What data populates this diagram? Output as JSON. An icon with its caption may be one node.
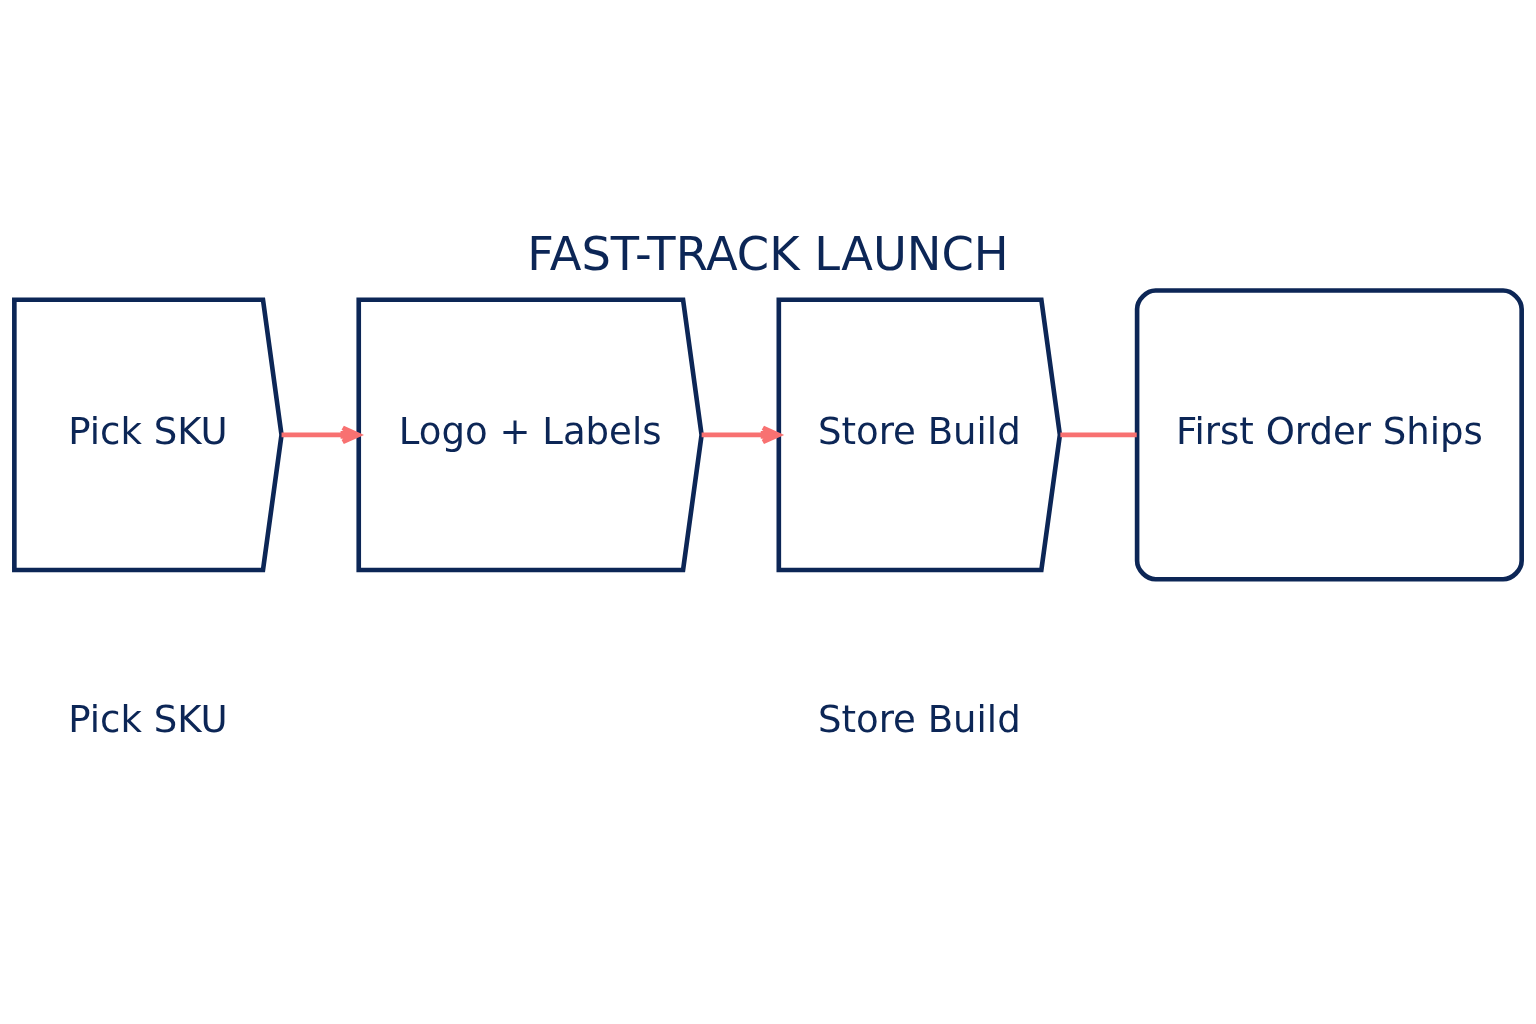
{
  "diagram": {
    "title": "FAST-TRACK LAUNCH",
    "nodes": [
      {
        "text": [
          "Pick SKU"
        ],
        "beside": [
          "Pick SKU"
        ]
      },
      {
        "text": [
          "Logo + Labels"
        ]
      },
      {
        "text": [
          "Store Build"
        ],
        "beside": [
          "Store Build"
        ]
      },
      {
        "text": [
          "First Order Ships"
        ]
      }
    ],
    "edges": [
      {
        "from": 0,
        "to": 1,
        "arrow": "to"
      },
      {
        "from": 1,
        "to": 2,
        "arrow": "to"
      },
      {
        "from": 2,
        "to": 3,
        "arrow": "none"
      }
    ]
  }
}
